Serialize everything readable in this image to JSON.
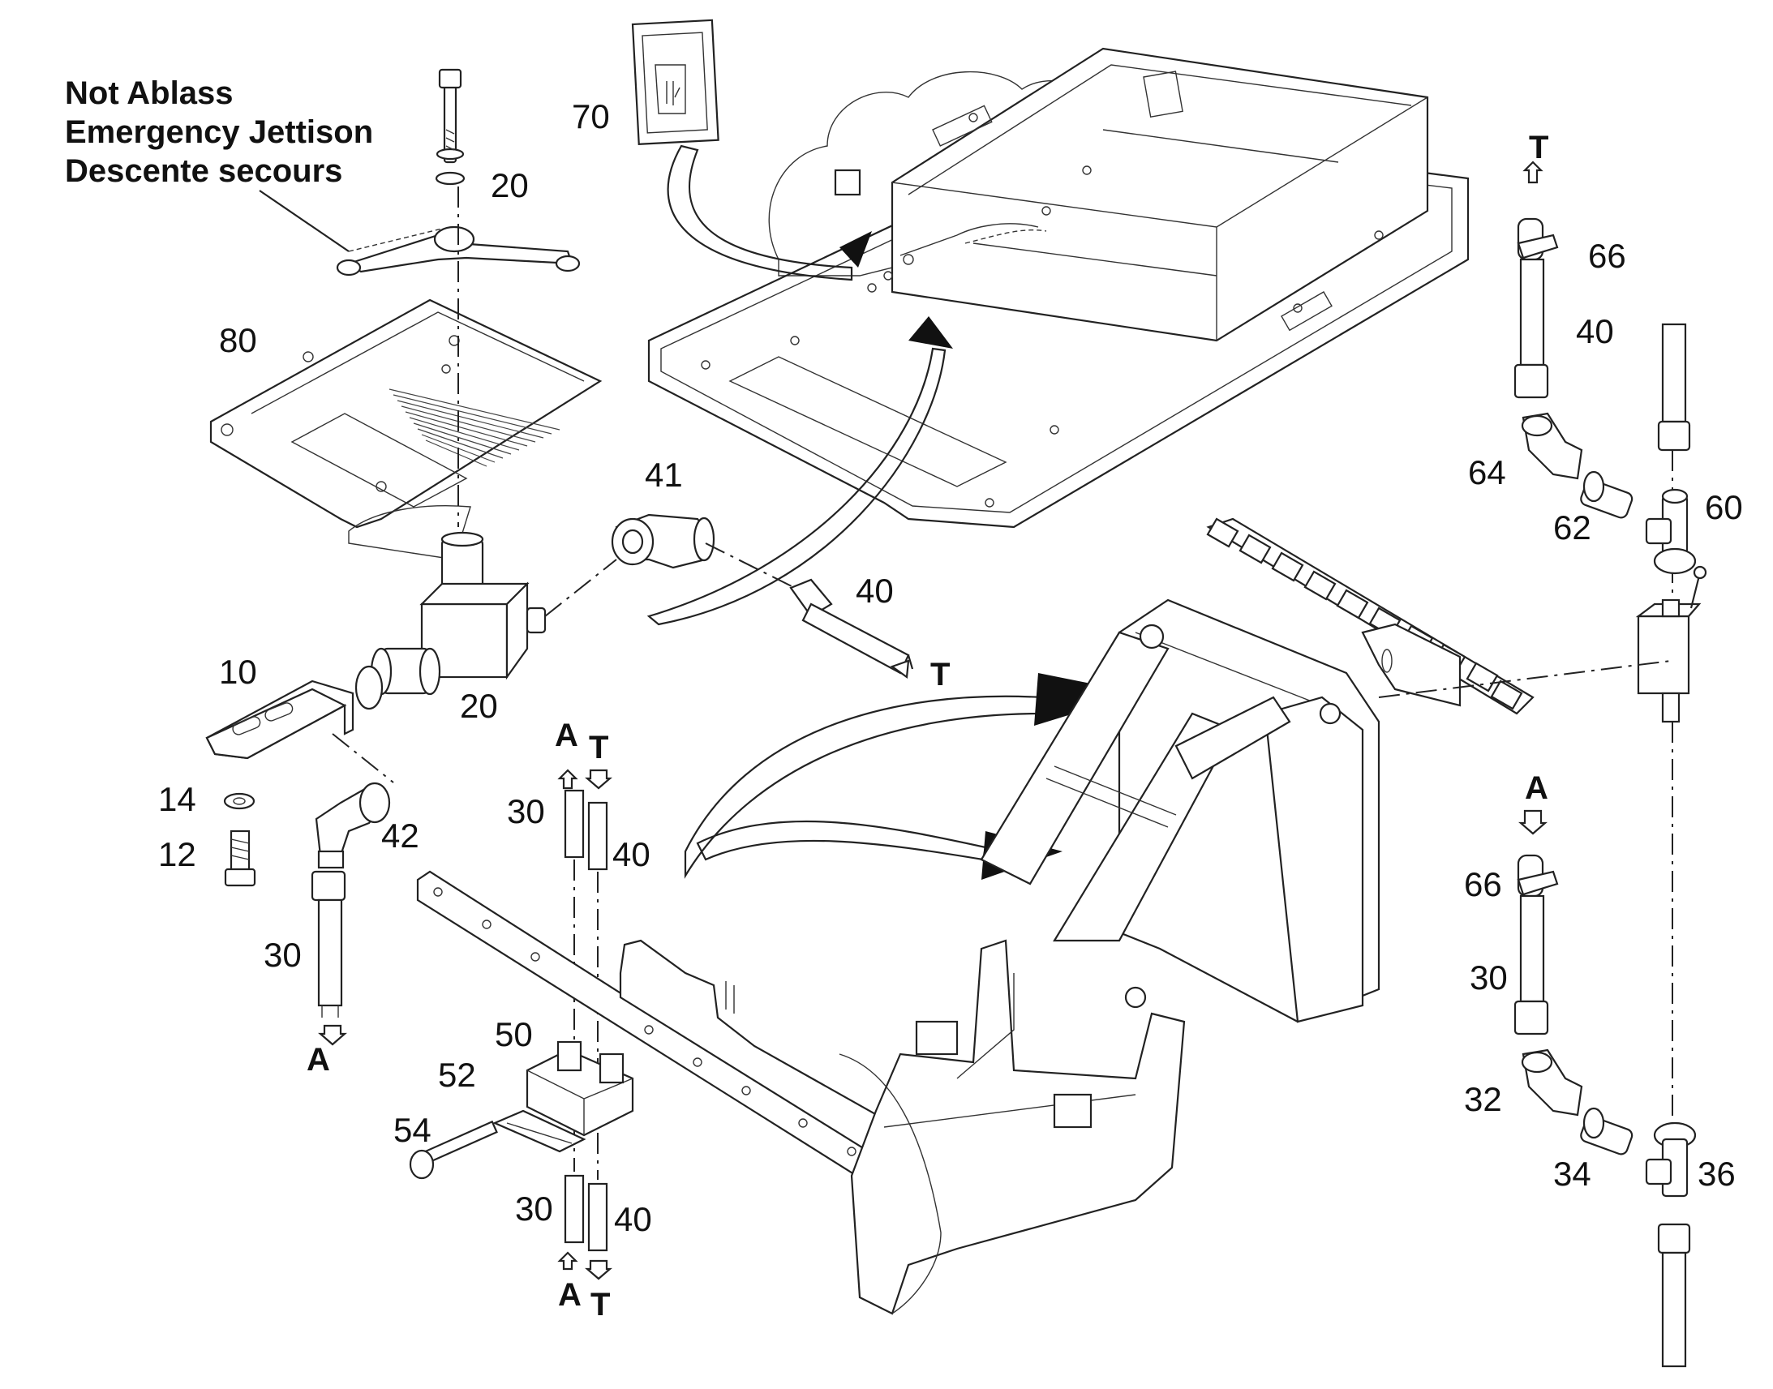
{
  "title_lines": [
    "Not Ablass",
    "Emergency Jettison",
    "Descente secours"
  ],
  "callouts": {
    "c20a": "20",
    "c70": "70",
    "c80": "80",
    "c41": "41",
    "c40a": "40",
    "c10": "10",
    "c20b": "20",
    "c14": "14",
    "c12": "12",
    "c42": "42",
    "c30a": "30",
    "c30b": "30",
    "c40b": "40",
    "c50": "50",
    "c52": "52",
    "c54": "54",
    "c30c": "30",
    "c40c": "40",
    "c66a": "66",
    "c40d": "40",
    "c64": "64",
    "c62": "62",
    "c60": "60",
    "c66b": "66",
    "c30d": "30",
    "c32": "32",
    "c34": "34",
    "c36": "36"
  },
  "ports": {
    "t1": "T",
    "a1": "A",
    "a2": "A",
    "t2": "T",
    "a3": "A",
    "t3": "T",
    "t4": "T",
    "a4": "A"
  }
}
